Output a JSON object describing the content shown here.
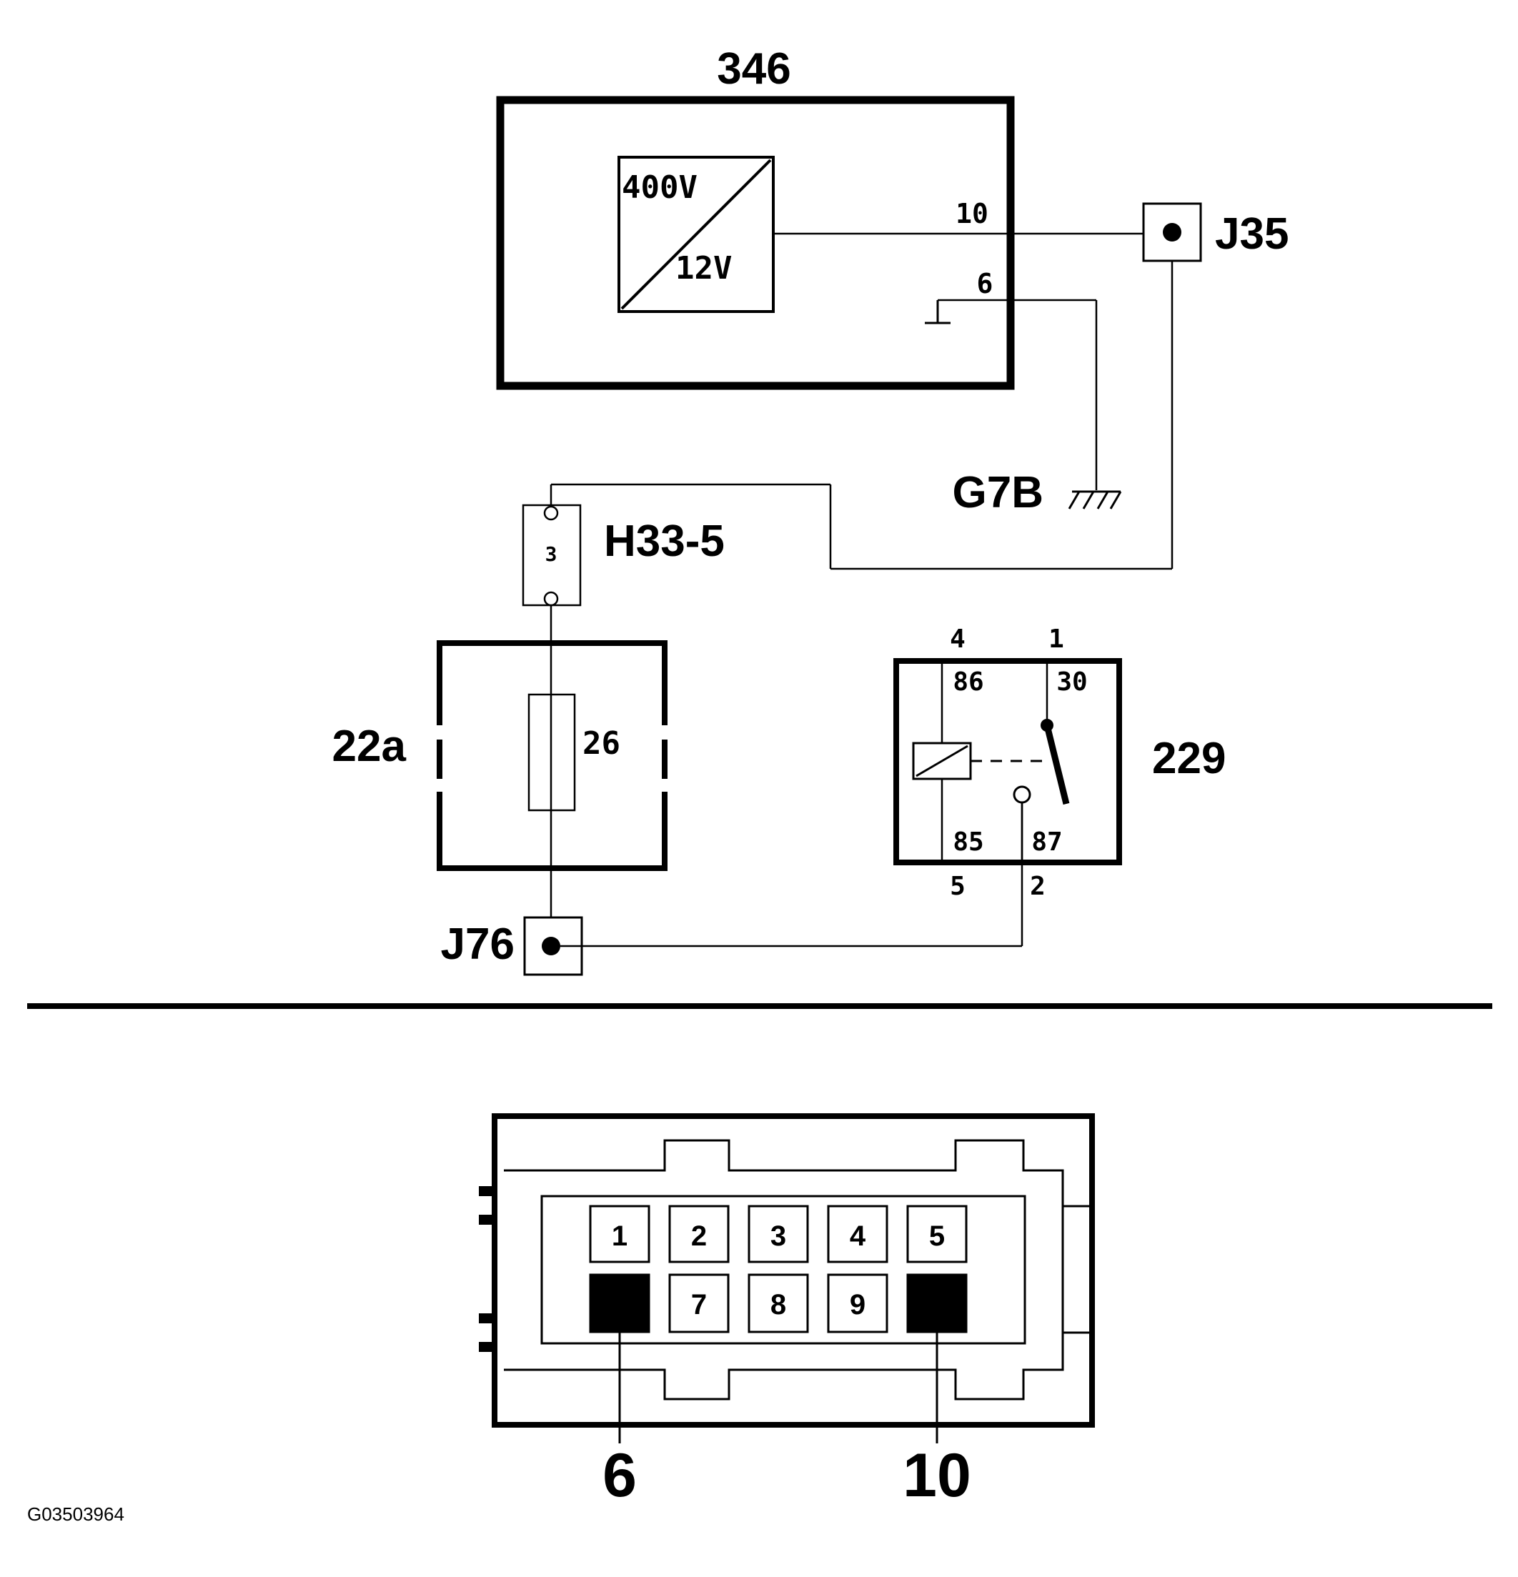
{
  "components": {
    "converter": {
      "id": "346",
      "ratio_top": "400V",
      "ratio_bottom": "12V",
      "pin_out": "10",
      "pin_ground": "6"
    },
    "junction_j35": {
      "id": "J35"
    },
    "ground": {
      "id": "G7B"
    },
    "connector_h33": {
      "id": "H33-5",
      "pin": "3"
    },
    "fuse_box": {
      "id": "22a",
      "fuse": "26"
    },
    "junction_j76": {
      "id": "J76"
    },
    "relay": {
      "id": "229",
      "pin_top_left": "4",
      "pin_top_right": "1",
      "term_86": "86",
      "term_30": "30",
      "term_85": "85",
      "term_87": "87",
      "pin_bottom_left": "5",
      "pin_bottom_right": "2"
    }
  },
  "connector_view": {
    "top_row": [
      "1",
      "2",
      "3",
      "4",
      "5"
    ],
    "bottom_row": [
      "7",
      "8",
      "9"
    ],
    "callout_left": "6",
    "callout_right": "10"
  },
  "figure_code": "G03503964"
}
